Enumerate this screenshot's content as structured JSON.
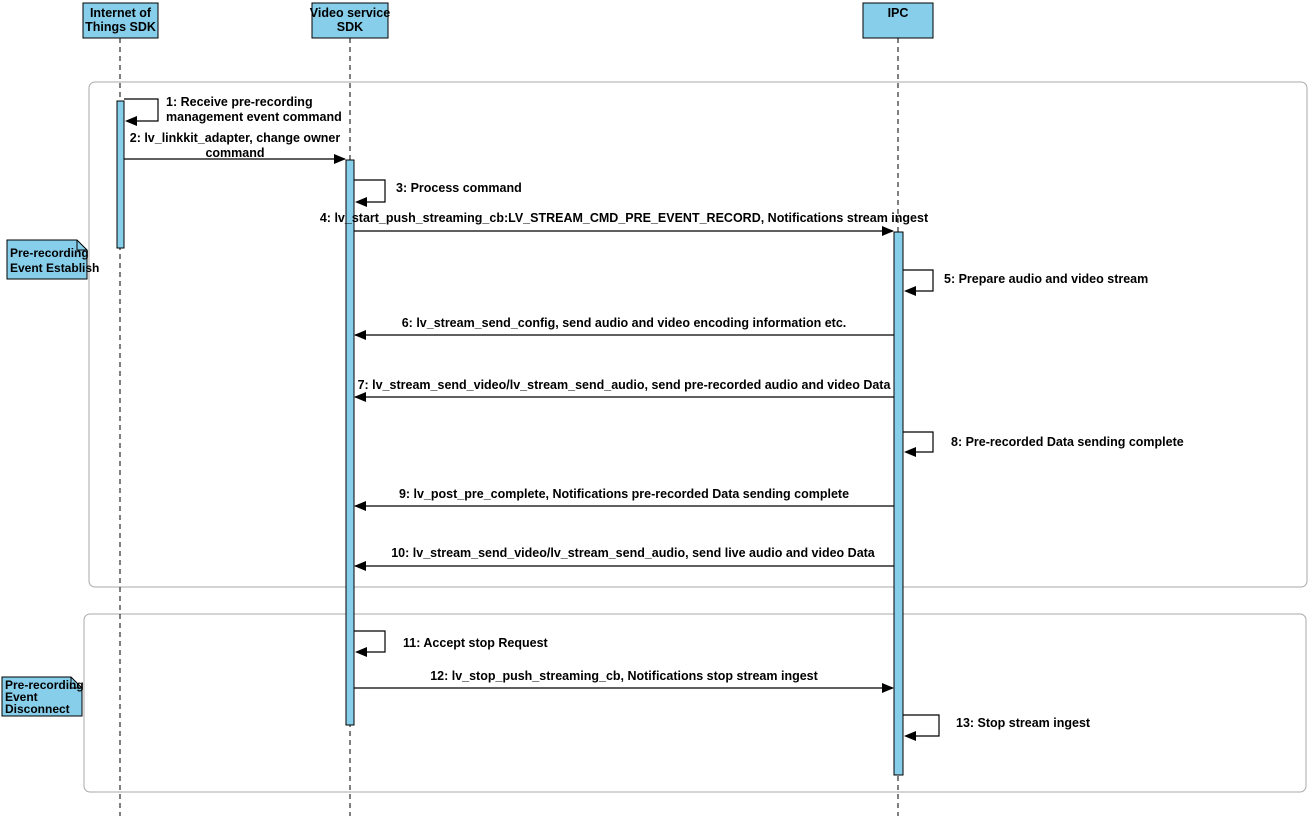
{
  "participants": [
    {
      "id": "iot",
      "lines": [
        "Internet of",
        "Things SDK"
      ]
    },
    {
      "id": "vsdk",
      "lines": [
        "Video service",
        "SDK"
      ]
    },
    {
      "id": "ipc",
      "lines": [
        "IPC"
      ]
    }
  ],
  "groups": [
    {
      "id": "establish",
      "note_lines": [
        "Pre-recording",
        "Event Establish"
      ]
    },
    {
      "id": "disconnect",
      "note_lines": [
        "Pre-recording",
        "Event",
        "Disconnect"
      ]
    }
  ],
  "messages": [
    {
      "n": 1,
      "type": "self",
      "from": "iot",
      "lines": [
        "1: Receive pre-recording",
        "management event command"
      ]
    },
    {
      "n": 2,
      "type": "call",
      "from": "iot",
      "to": "vsdk",
      "lines": [
        "2: lv_linkkit_adapter, change owner",
        "command"
      ]
    },
    {
      "n": 3,
      "type": "self",
      "from": "vsdk",
      "lines": [
        "3: Process command"
      ]
    },
    {
      "n": 4,
      "type": "call",
      "from": "vsdk",
      "to": "ipc",
      "lines": [
        "4: lv_start_push_streaming_cb:LV_STREAM_CMD_PRE_EVENT_RECORD, Notifications stream ingest"
      ]
    },
    {
      "n": 5,
      "type": "self",
      "from": "ipc",
      "lines": [
        "5: Prepare audio and video stream"
      ]
    },
    {
      "n": 6,
      "type": "call",
      "from": "ipc",
      "to": "vsdk",
      "lines": [
        "6: lv_stream_send_config, send audio and video encoding information etc."
      ]
    },
    {
      "n": 7,
      "type": "call",
      "from": "ipc",
      "to": "vsdk",
      "lines": [
        "7: lv_stream_send_video/lv_stream_send_audio, send pre-recorded audio and video Data"
      ]
    },
    {
      "n": 8,
      "type": "self",
      "from": "ipc",
      "lines": [
        "8: Pre-recorded Data sending complete"
      ]
    },
    {
      "n": 9,
      "type": "call",
      "from": "ipc",
      "to": "vsdk",
      "lines": [
        "9: lv_post_pre_complete, Notifications pre-recorded Data sending complete"
      ]
    },
    {
      "n": 10,
      "type": "call",
      "from": "ipc",
      "to": "vsdk",
      "lines": [
        "10: lv_stream_send_video/lv_stream_send_audio, send live audio and video Data"
      ]
    },
    {
      "n": 11,
      "type": "self",
      "from": "vsdk",
      "lines": [
        "11: Accept stop Request"
      ]
    },
    {
      "n": 12,
      "type": "call",
      "from": "vsdk",
      "to": "ipc",
      "lines": [
        "12: lv_stop_push_streaming_cb, Notifications stop stream ingest"
      ]
    },
    {
      "n": 13,
      "type": "self",
      "from": "ipc",
      "lines": [
        "13: Stop stream ingest"
      ]
    }
  ],
  "colors": {
    "participant_fill": "#87CEEB",
    "activation_fill": "#87CEEB",
    "note_fill": "#87CEEB",
    "group_border": "#A9A9A9",
    "line": "#000000"
  }
}
